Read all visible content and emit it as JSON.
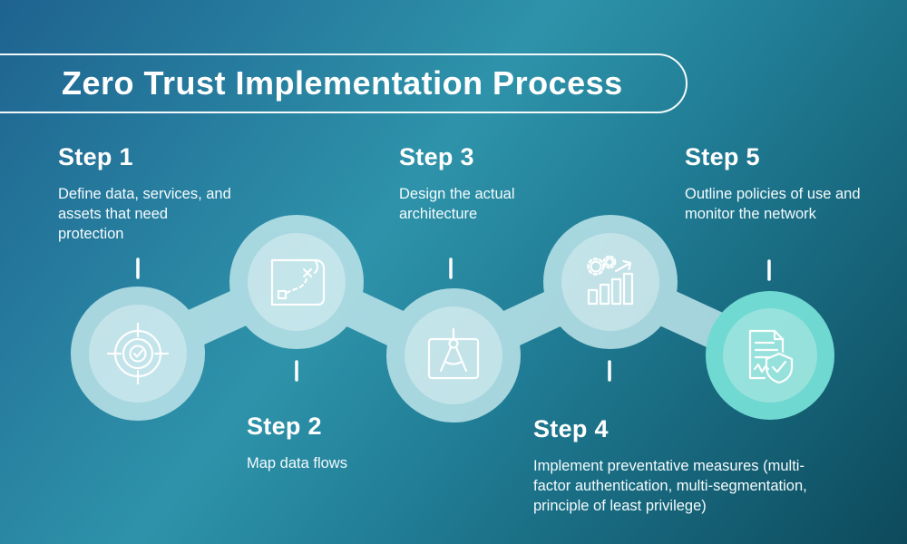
{
  "title": "Zero Trust Implementation Process",
  "steps": [
    {
      "label": "Step 1",
      "description": "Define data, services, and assets that need protection",
      "icon": "target-crosshair-check-icon",
      "text_position": "top"
    },
    {
      "label": "Step 2",
      "description": "Map data flows",
      "icon": "treasure-map-icon",
      "text_position": "bottom"
    },
    {
      "label": "Step 3",
      "description": "Design the actual architecture",
      "icon": "blueprint-compass-icon",
      "text_position": "top"
    },
    {
      "label": "Step 4",
      "description": "Implement preventative measures (multi-factor authentication, multi-segmentation, principle of least privilege)",
      "icon": "gears-growth-chart-icon",
      "text_position": "bottom"
    },
    {
      "label": "Step 5",
      "description": "Outline policies of use and monitor the network",
      "icon": "document-shield-check-icon",
      "text_position": "top"
    }
  ],
  "colors": {
    "background_top": "#1e6390",
    "background_mid": "#2e93aa",
    "background_bottom": "#0d4a5c",
    "circle_outer": "#b9e2e8",
    "circle_inner": "#d9f1f4",
    "circle_accent_outer": "#7ce9de",
    "circle_accent_inner": "#a9f3ea",
    "text": "#ffffff"
  }
}
